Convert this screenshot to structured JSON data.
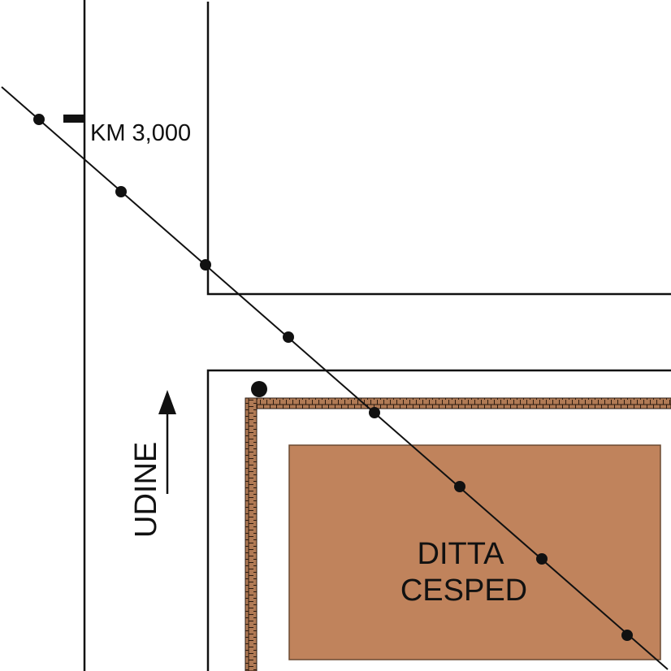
{
  "labels": {
    "km_marker": "KM 3,000",
    "direction": "UDINE",
    "building_line1": "DITTA",
    "building_line2": "CESPED"
  },
  "colors": {
    "ink": "#111111",
    "building_fill": "#C0835C",
    "wall_brown": "#B07A55",
    "wall_mortar": "#2A1A10",
    "background": "#FFFFFF"
  },
  "icons": {
    "direction_arrow": "arrow-up-icon",
    "survey_point": "dot-marker-icon",
    "km_tick": "km-tick-icon"
  }
}
